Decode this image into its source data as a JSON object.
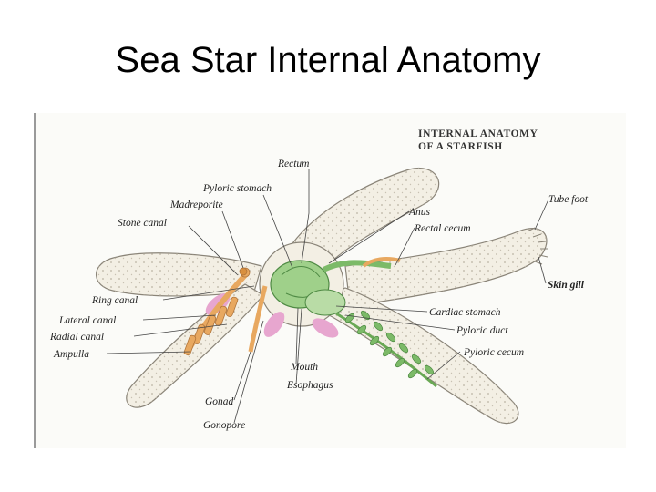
{
  "slide": {
    "title": "Sea Star Internal Anatomy"
  },
  "figure": {
    "heading_line1": "INTERNAL ANATOMY",
    "heading_line2": "OF A STARFISH",
    "labels": {
      "rectum": "Rectum",
      "pyloric_stomach": "Pyloric stomach",
      "madreporite": "Madreporite",
      "stone_canal": "Stone canal",
      "ring_canal": "Ring canal",
      "lateral_canal": "Lateral canal",
      "radial_canal": "Radial canal",
      "ampulla": "Ampulla",
      "gonad": "Gonad",
      "gonopore": "Gonopore",
      "mouth": "Mouth",
      "esophagus": "Esophagus",
      "tube_foot": "Tube foot",
      "anus": "Anus",
      "rectal_cecum": "Rectal cecum",
      "skin_gill": "Skin gill",
      "cardiac_stomach": "Cardiac stomach",
      "pyloric_duct": "Pyloric duct",
      "pyloric_cecum": "Pyloric cecum"
    },
    "colors": {
      "arm": "#f3efe4",
      "arm_outline": "#8a8478",
      "stomach_green": "#9fd08a",
      "stomach_dark": "#4f8a44",
      "canal_orange": "#e8a860",
      "gonad_pink": "#e7a6cf"
    }
  }
}
